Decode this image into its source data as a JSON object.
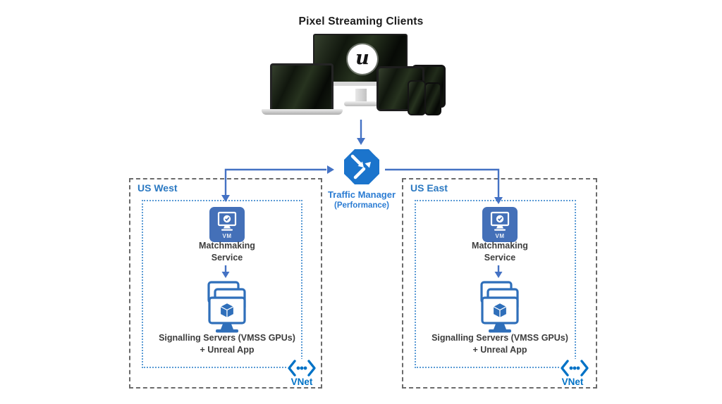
{
  "title": "Pixel Streaming Clients",
  "devices": {
    "description": "cluster of client devices: desktop monitor, laptop, tablets, phones all streaming an Unreal scene",
    "unreal_logo_glyph": "u"
  },
  "traffic_manager": {
    "label": "Traffic Manager",
    "sublabel": "(Performance)"
  },
  "regions": [
    {
      "name": "US West",
      "vm_badge": "VM",
      "matchmaking_line1": "Matchmaking",
      "matchmaking_line2": "Service",
      "signalling_line1": "Signalling Servers (VMSS GPUs)",
      "signalling_line2": "+ Unreal App",
      "vnet_label": "VNet"
    },
    {
      "name": "US East",
      "vm_badge": "VM",
      "matchmaking_line1": "Matchmaking",
      "matchmaking_line2": "Service",
      "signalling_line1": "Signalling Servers (VMSS GPUs)",
      "signalling_line2": "+ Unreal App",
      "vnet_label": "VNet"
    }
  ],
  "icons": {
    "unreal-engine-logo": "white circle with black stylized U",
    "traffic-manager-icon": "blue octagon pinwheel with white exchange arrows",
    "vm-icon": "blue rounded square, white monitor with check circle, label VM",
    "vmss-icon": "three stacked blue monitor outlines with 3D cube (VM scale set)",
    "vnet-icon": "blue angle brackets with three dots"
  },
  "colors": {
    "arrow_blue": "#4472c4",
    "traffic_manager_blue": "#1b74cc",
    "traffic_manager_label": "#2b7cd3",
    "region_label_blue": "#2b79c2",
    "vnet_blue": "#0072c6",
    "inner_border_blue": "#5b9bd5",
    "outer_border_gray": "#6b6b6b",
    "vm_background": "#4470b8",
    "vmss_blue": "#2f6fba",
    "label_text": "#3d3d3d",
    "title_text": "#1c1c1c"
  }
}
